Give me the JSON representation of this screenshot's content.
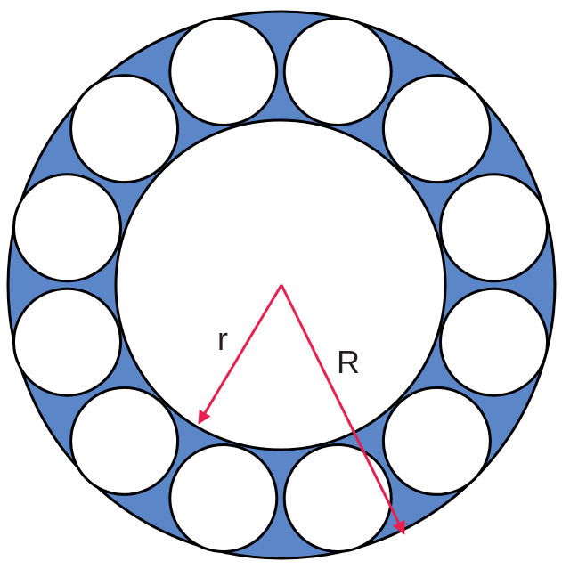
{
  "labels": {
    "inner_radius": "r",
    "outer_radius": "R"
  },
  "diagram": {
    "small_circle_count": 12
  },
  "colors": {
    "ring_fill": "#5b87c9",
    "stroke": "#000000",
    "arrow": "#e8204f",
    "circle_fill": "#ffffff"
  }
}
